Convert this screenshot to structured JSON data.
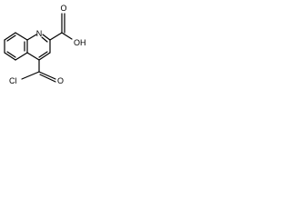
{
  "molecule": {
    "ring_nitrogen": "N",
    "carboxyl_label": "OH",
    "carboxyl_oxygen": "O",
    "acyl_oxygen": "O",
    "acyl_chloride": "Cl"
  },
  "colors": {
    "bond": "#000000",
    "text": "#000000",
    "background": "#ffffff"
  }
}
